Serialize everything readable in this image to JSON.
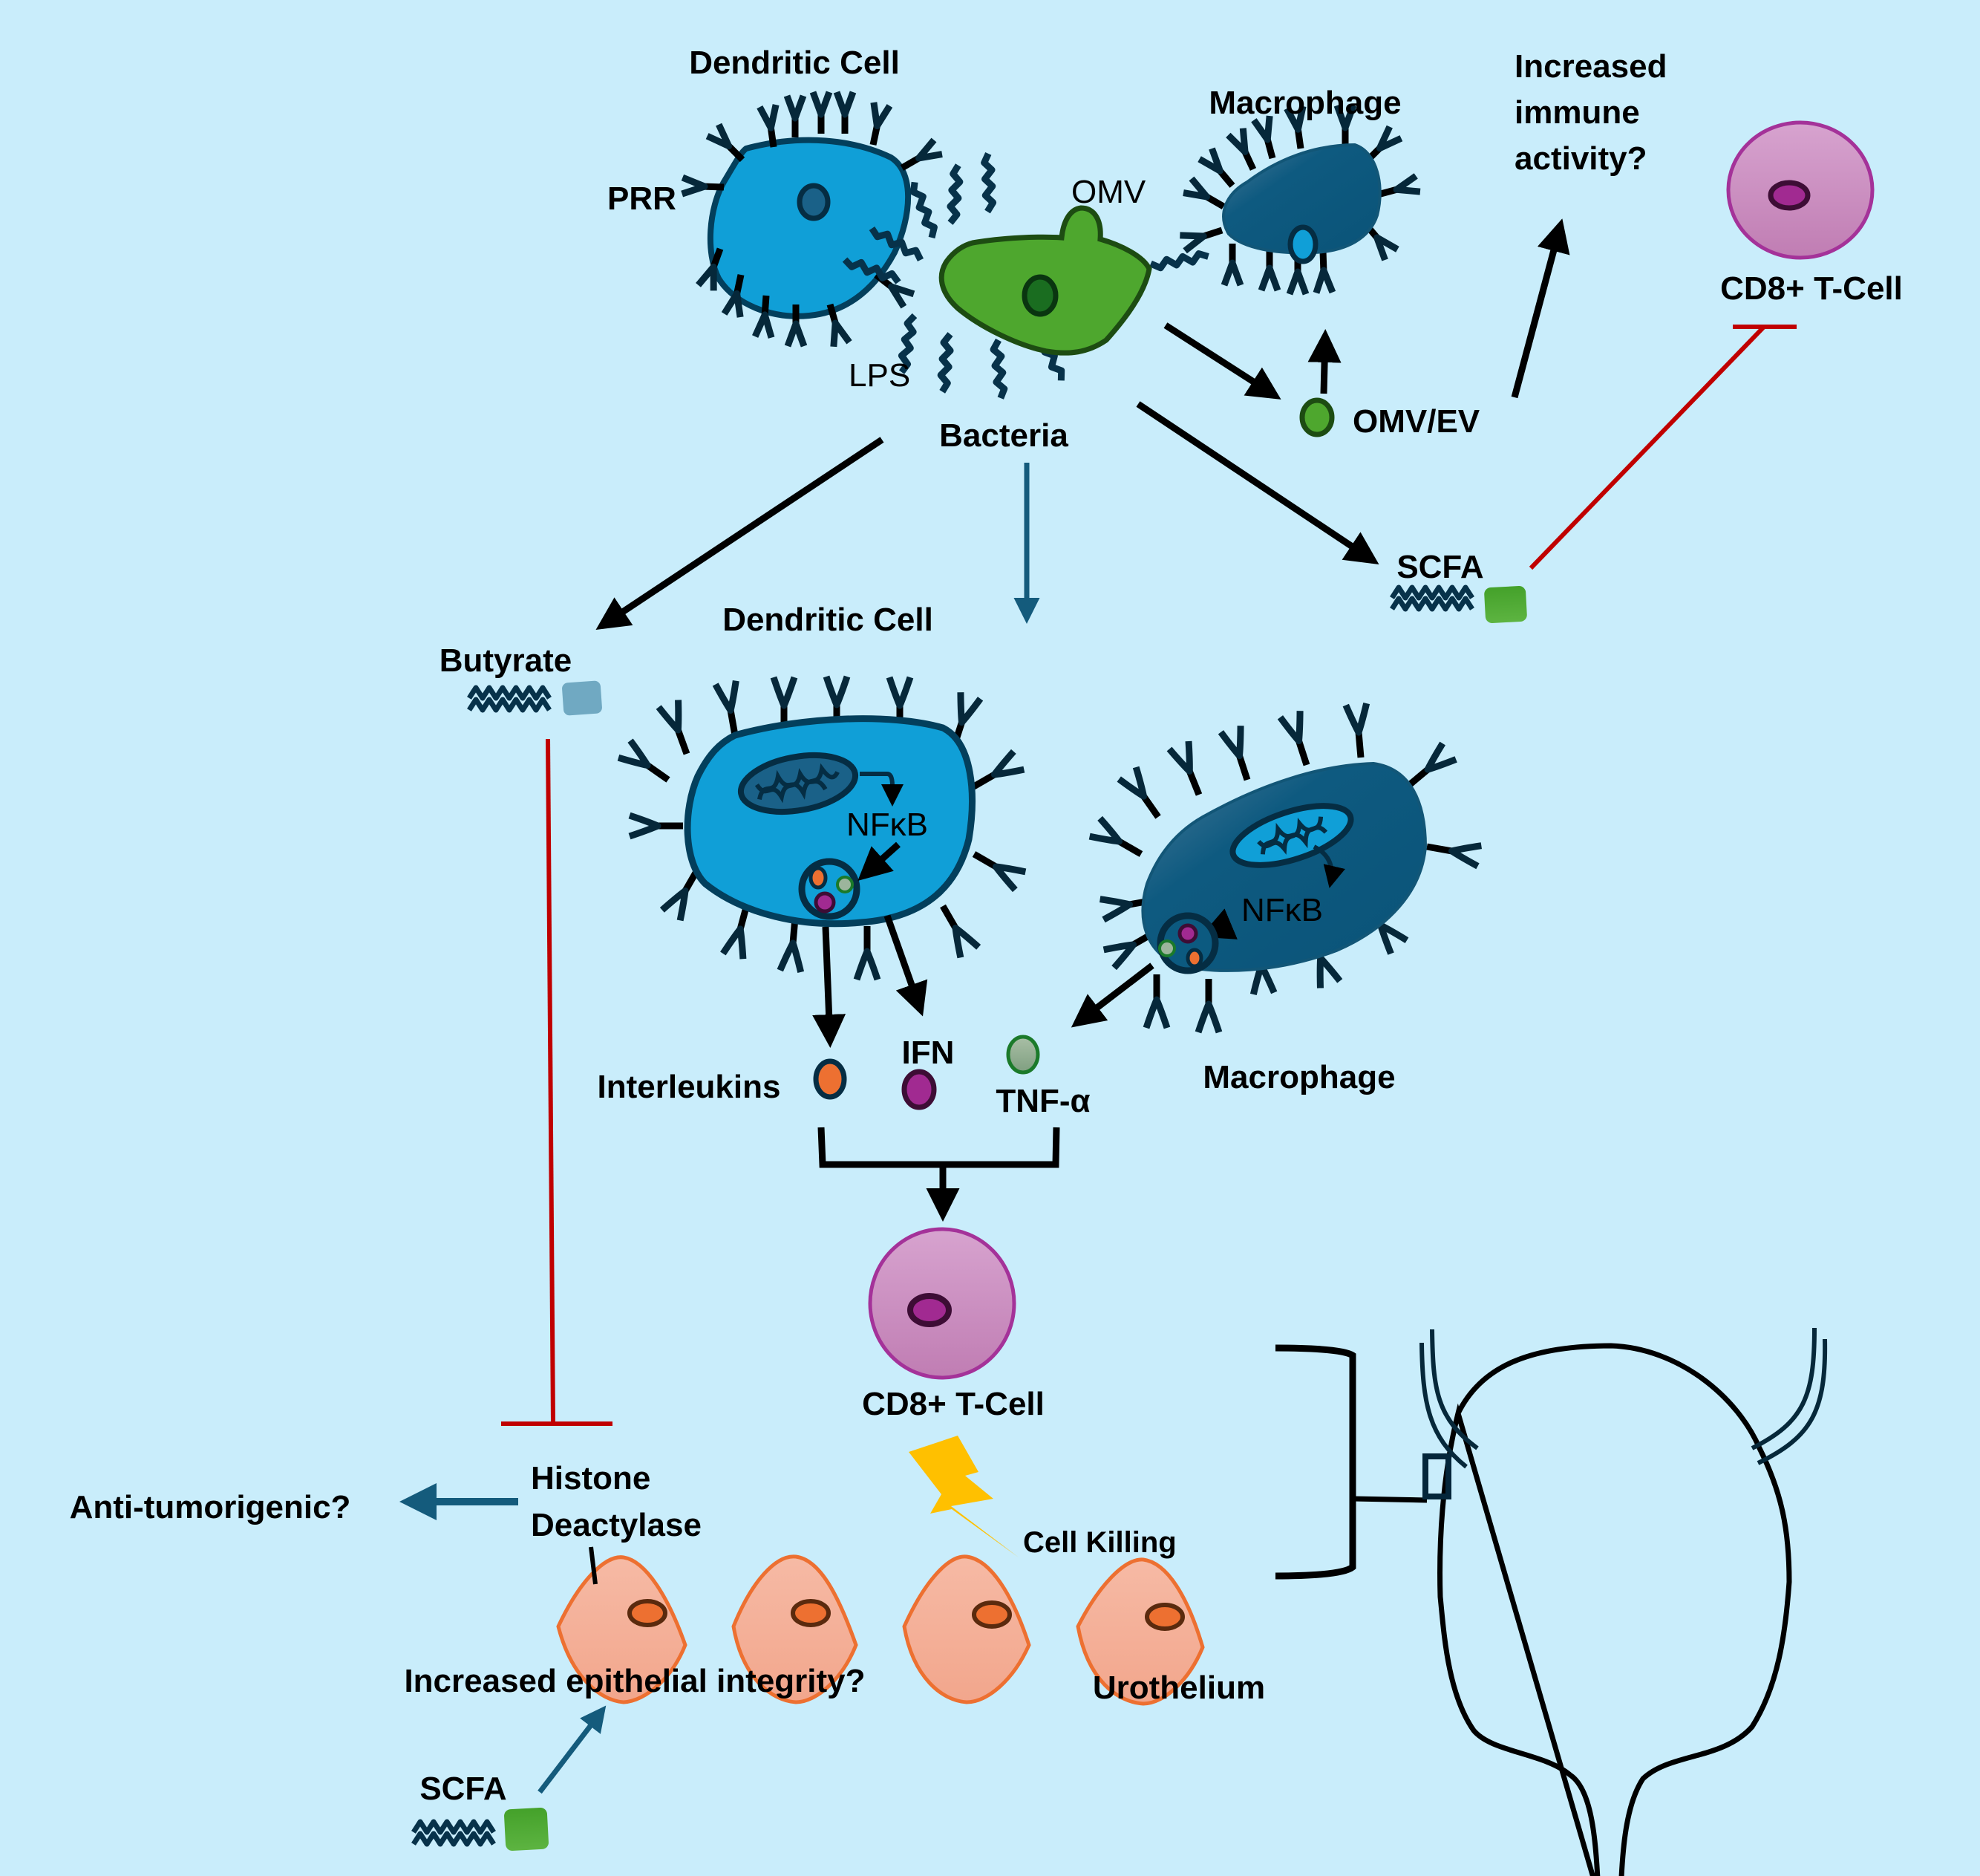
{
  "labels": {
    "dendritic_cell_top": "Dendritic Cell",
    "prr": "PRR",
    "omv": "OMV",
    "lps": "LPS",
    "macrophage_top": "Macrophage",
    "bacteria": "Bacteria",
    "omv_ev": "OMV/EV",
    "increased_immune_1": "Increased",
    "increased_immune_2": "immune",
    "increased_immune_3": "activity?",
    "cd8_top": "CD8+ T-Cell",
    "scfa_top": "SCFA",
    "butyrate": "Butyrate",
    "dendritic_cell_mid": "Dendritic Cell",
    "nfkb_dc": "NFκB",
    "nfkb_mac": "NFκB",
    "macrophage_mid": "Macrophage",
    "interleukins": "Interleukins",
    "ifn": "IFN",
    "tnf": "TNF-α",
    "cd8_mid": "CD8+ T-Cell",
    "cell_killing": "Cell Killing",
    "histone_1": "Histone",
    "histone_2": "Deactylase",
    "anti_tumorigenic": "Anti-tumorigenic?",
    "epithelial": "Increased epithelial integrity?",
    "urothelium": "Urothelium",
    "scfa_bottom": "SCFA"
  },
  "colors": {
    "background": "#c9edfb",
    "dendritic": "#109fd7",
    "macrophage": "#0c5a80",
    "bacteria": "#4ea72e",
    "tcell": "#cc91c1",
    "urothelium": "#f4ae97",
    "inhibition": "#c00000",
    "activation_blue": "#145b7c",
    "lightning": "#ffc000",
    "interleukin": "#ed7031",
    "ifn": "#a02b93",
    "tnf": "#9cb59c"
  }
}
